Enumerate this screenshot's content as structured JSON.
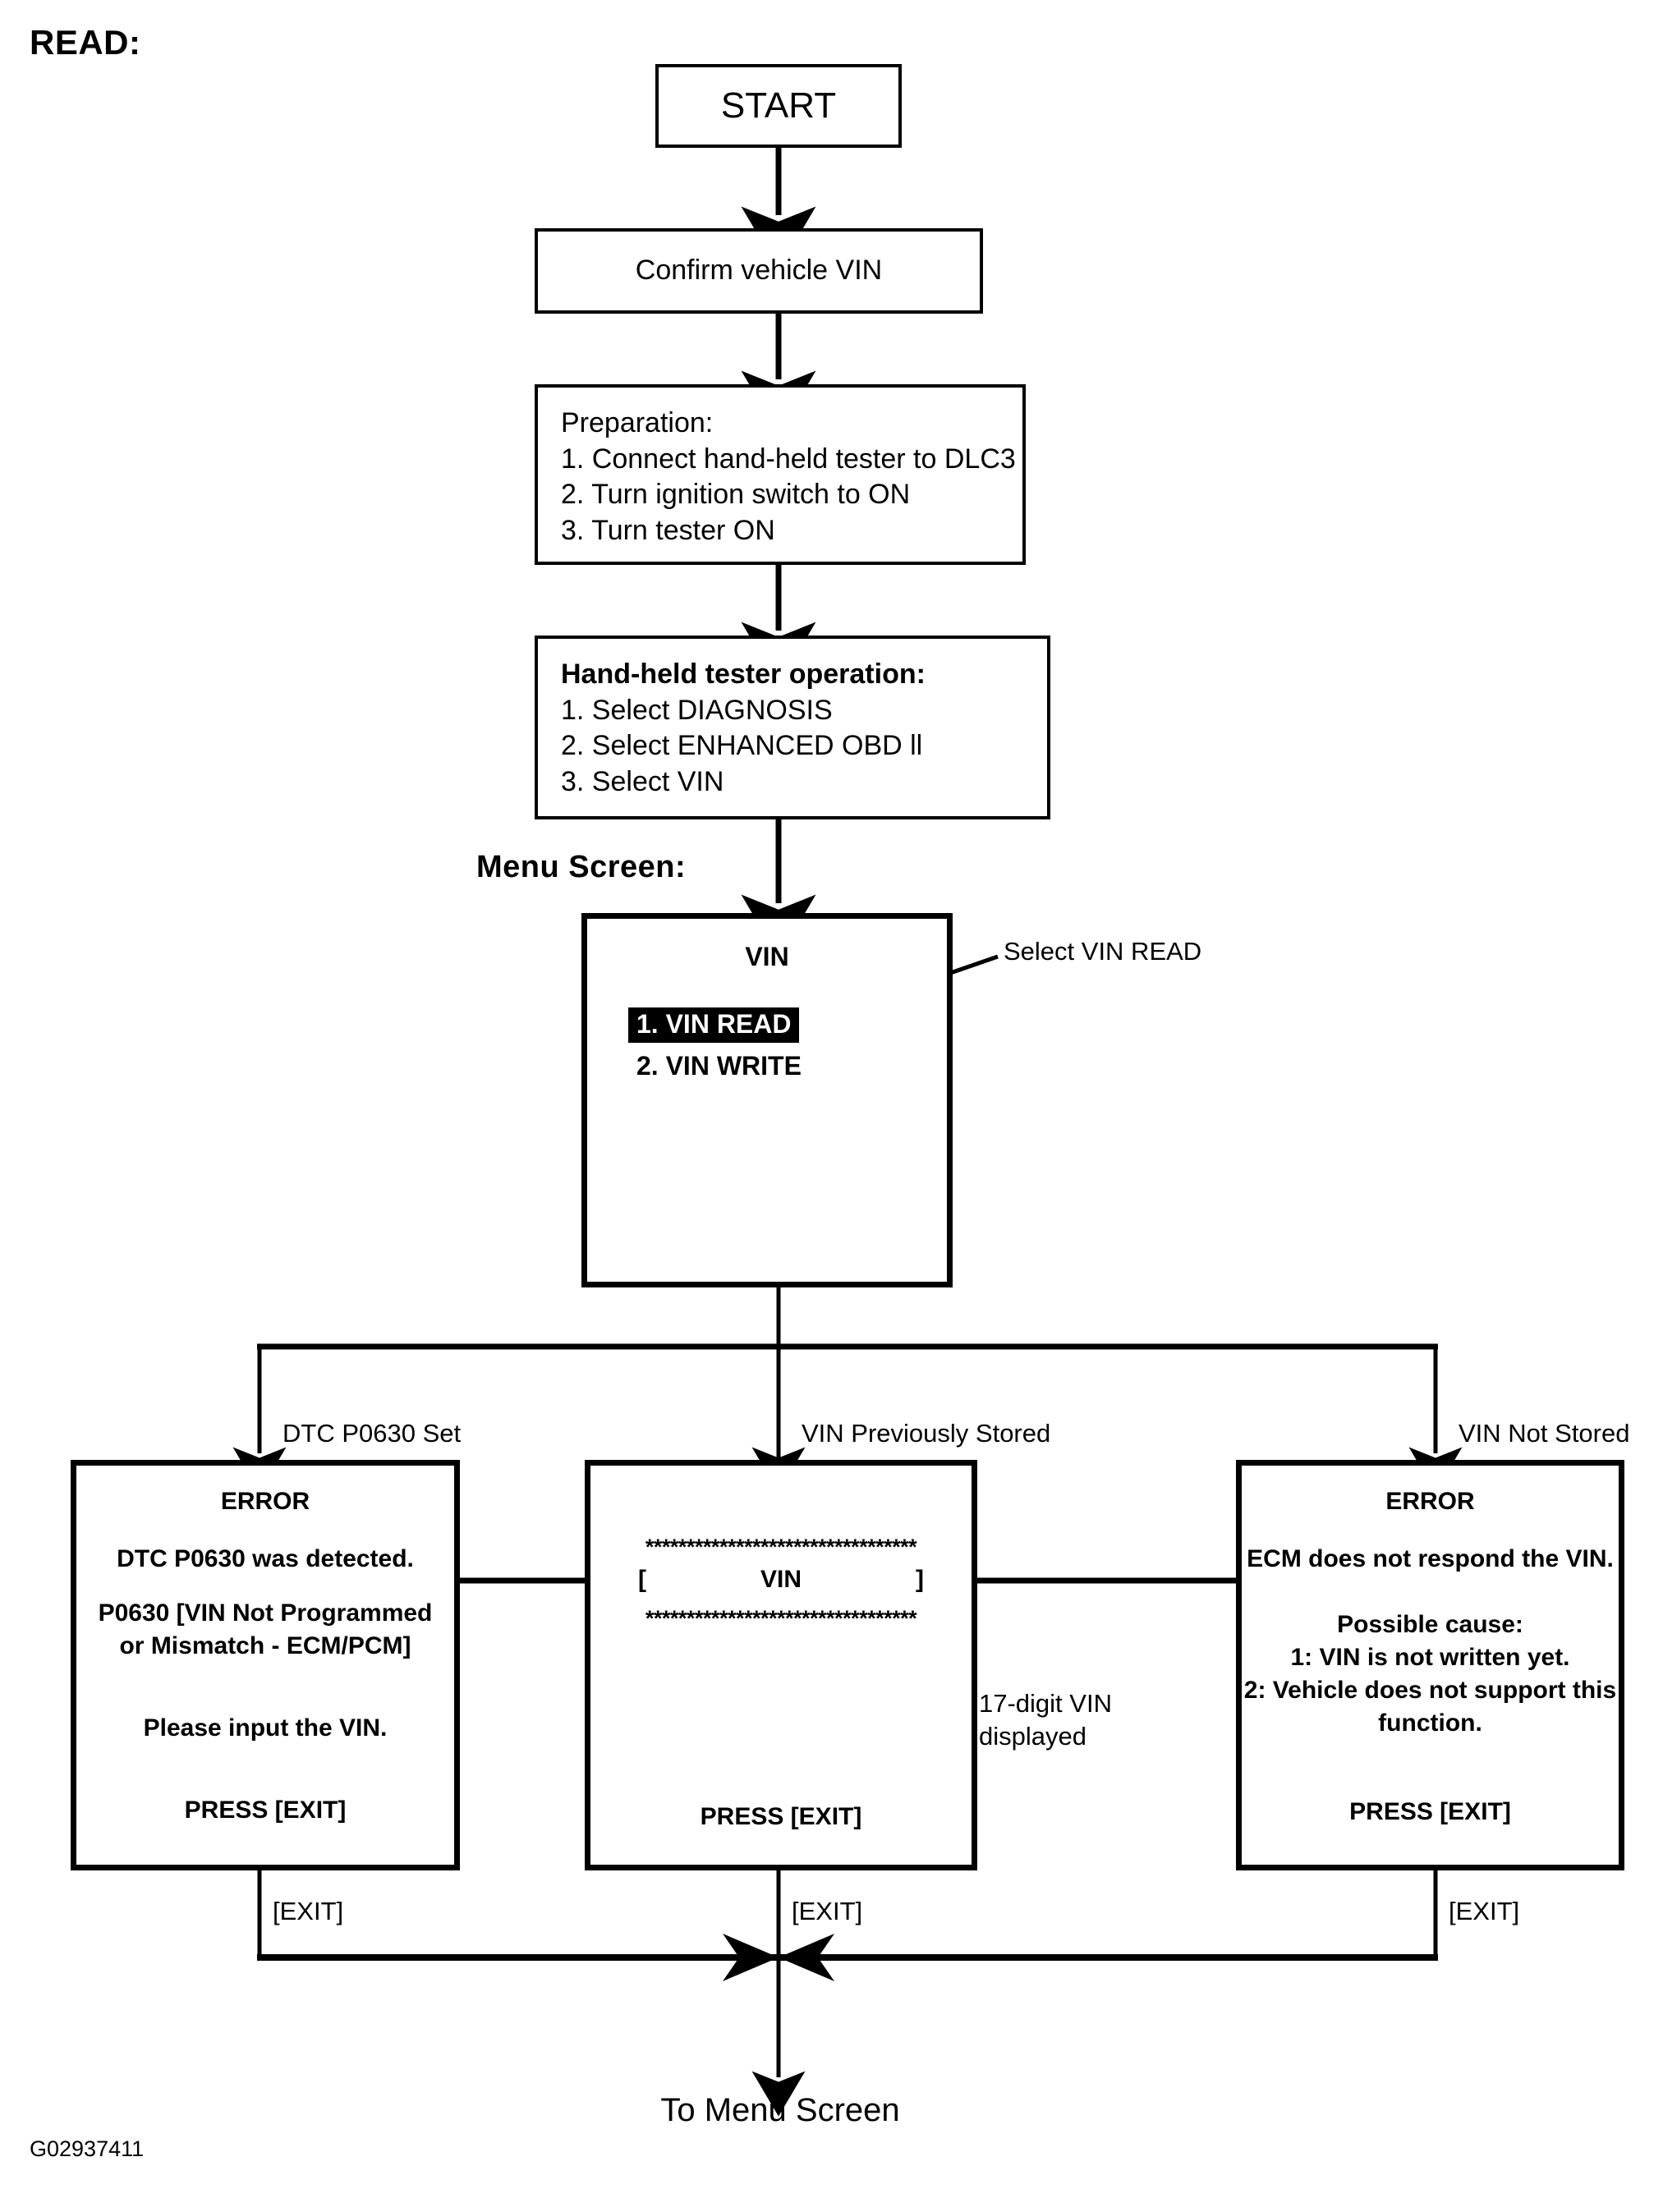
{
  "page": {
    "section_label": "READ:",
    "footer_code": "G02937411"
  },
  "flow": {
    "start": "START",
    "confirm": "Confirm vehicle VIN",
    "preparation": {
      "heading": "Preparation:",
      "steps": [
        "1. Connect hand-held tester to DLC3",
        "2. Turn ignition switch to ON",
        "3. Turn tester ON"
      ]
    },
    "tester_operation": {
      "heading": "Hand-held tester operation:",
      "steps": [
        "1. Select DIAGNOSIS",
        "2. Select ENHANCED OBD ll",
        "3. Select VIN"
      ]
    },
    "menu_screen_label": "Menu Screen:",
    "menu_screen": {
      "title": "VIN",
      "items": [
        "1. VIN READ",
        "2. VIN WRITE"
      ],
      "selected_index": 0,
      "callout": "Select VIN READ"
    },
    "branches": [
      {
        "label": "DTC P0630 Set"
      },
      {
        "label": "VIN Previously Stored"
      },
      {
        "label": "VIN Not Stored"
      }
    ],
    "screen_dtc": {
      "title": "ERROR",
      "lines": [
        "DTC P0630 was detected.",
        "P0630  [VIN Not Programmed",
        "or Mismatch - ECM/PCM]",
        "Please input the VIN."
      ],
      "footer": "PRESS [EXIT]"
    },
    "screen_vin": {
      "stars_top": "*********************************",
      "bracket_open": "[",
      "vin_text": "VIN",
      "bracket_close": "]",
      "stars_bottom": "*********************************",
      "footer": "PRESS [EXIT]",
      "callout_line1": "17-digit VIN",
      "callout_line2": "displayed"
    },
    "screen_notstored": {
      "title": "ERROR",
      "lines": [
        "ECM does not respond the VIN.",
        "Possible cause:",
        "1: VIN is not written yet.",
        "2: Vehicle does not support this",
        "function."
      ],
      "footer": "PRESS [EXIT]"
    },
    "exit_labels": [
      "[EXIT]",
      "[EXIT]",
      "[EXIT]"
    ],
    "end": "To Menu Screen"
  },
  "colors": {
    "stroke": "#000000",
    "background": "#ffffff",
    "highlight_bg": "#000000",
    "highlight_fg": "#ffffff"
  }
}
